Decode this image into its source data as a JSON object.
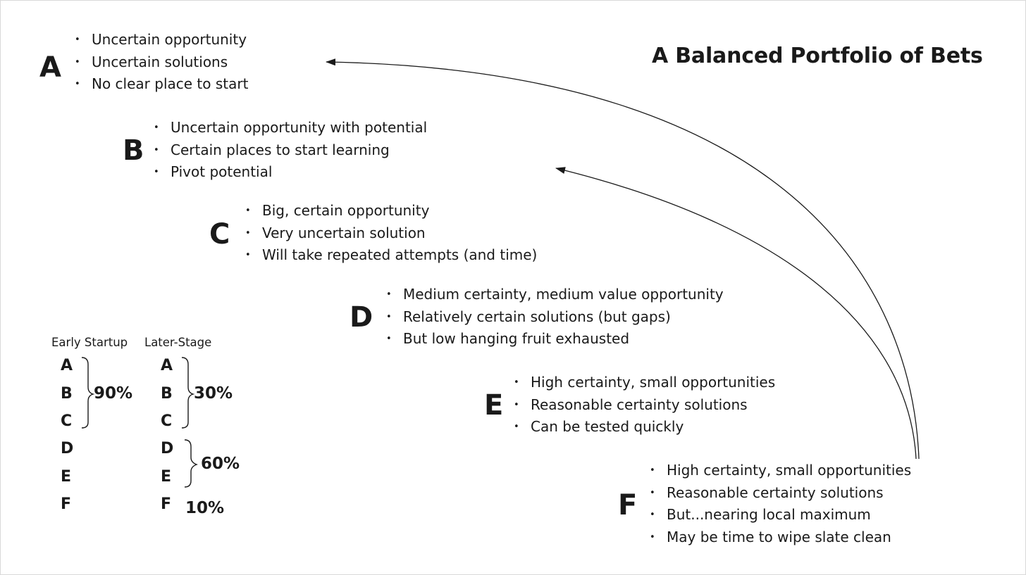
{
  "title": "A Balanced Portfolio of Bets",
  "bets": [
    {
      "letter": "A",
      "points": [
        "Uncertain opportunity",
        "Uncertain solutions",
        "No clear place to start"
      ]
    },
    {
      "letter": "B",
      "points": [
        "Uncertain opportunity with potential",
        "Certain places to start learning",
        "Pivot potential"
      ]
    },
    {
      "letter": "C",
      "points": [
        "Big, certain opportunity",
        "Very uncertain solution",
        "Will take repeated attempts (and time)"
      ]
    },
    {
      "letter": "D",
      "points": [
        "Medium certainty, medium value opportunity",
        "Relatively certain solutions (but gaps)",
        "But low hanging fruit exhausted"
      ]
    },
    {
      "letter": "E",
      "points": [
        "High certainty, small opportunities",
        "Reasonable certainty solutions",
        "Can be tested quickly"
      ]
    },
    {
      "letter": "F",
      "points": [
        "High certainty, small opportunities",
        "Reasonable certainty solutions",
        "But...nearing local maximum",
        "May be time to wipe slate clean"
      ]
    }
  ],
  "allocation": {
    "early": {
      "label": "Early Startup",
      "letters": [
        "A",
        "B",
        "C",
        "D",
        "E",
        "F"
      ],
      "groups": [
        {
          "label": "90%"
        }
      ]
    },
    "later": {
      "label": "Later-Stage",
      "letters": [
        "A",
        "B",
        "C",
        "D",
        "E",
        "F"
      ],
      "groups": [
        {
          "label": "30%"
        },
        {
          "label": "60%"
        },
        {
          "label": "10%"
        }
      ]
    }
  }
}
